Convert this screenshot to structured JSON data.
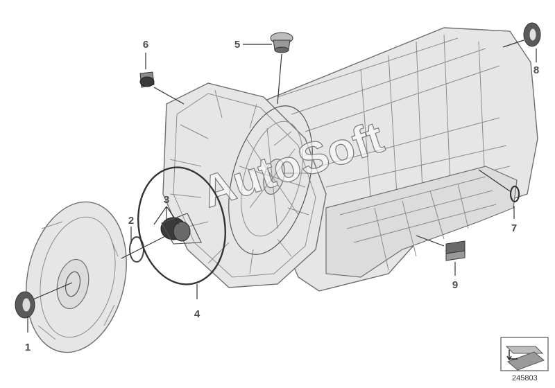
{
  "diagram": {
    "callouts": [
      "1",
      "2",
      "3",
      "4",
      "5",
      "6",
      "7",
      "8",
      "9"
    ],
    "watermark": "AutoSoft",
    "reference_number": "245803"
  }
}
